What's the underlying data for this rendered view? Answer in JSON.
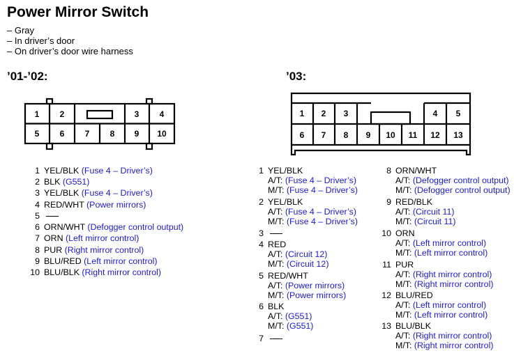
{
  "title": "Power Mirror Switch",
  "details": [
    "– Gray",
    "– In driver’s door",
    "– On driver’s door wire harness"
  ],
  "conn1": {
    "year": "’01-’02:",
    "pins": [
      "1",
      "2",
      "3",
      "4",
      "5",
      "6",
      "7",
      "8",
      "9",
      "10"
    ],
    "list": [
      {
        "num": "1",
        "wire": "YEL/BLK",
        "desc": "(Fuse 4 – Driver’s)"
      },
      {
        "num": "2",
        "wire": "BLK",
        "desc": "(G551)"
      },
      {
        "num": "3",
        "wire": "YEL/BLK",
        "desc": "(Fuse 4 – Driver’s)"
      },
      {
        "num": "4",
        "wire": "RED/WHT",
        "desc": "(Power mirrors)"
      },
      {
        "num": "5",
        "wire": "",
        "desc": ""
      },
      {
        "num": "6",
        "wire": "ORN/WHT",
        "desc": "(Defogger control output)"
      },
      {
        "num": "7",
        "wire": "ORN",
        "desc": "(Left mirror control)"
      },
      {
        "num": "8",
        "wire": "PUR",
        "desc": "(Right mirror control)"
      },
      {
        "num": "9",
        "wire": "BLU/RED",
        "desc": "(Left mirror control)"
      },
      {
        "num": "10",
        "wire": "BLU/BLK",
        "desc": "(Right mirror control)"
      }
    ]
  },
  "conn2": {
    "year": "’03:",
    "pins": [
      "1",
      "2",
      "3",
      "4",
      "5",
      "6",
      "7",
      "8",
      "9",
      "10",
      "11",
      "12",
      "13"
    ],
    "at_prefix": "A/T:",
    "mt_prefix": "M/T:",
    "list_left": [
      {
        "num": "1",
        "wire": "YEL/BLK",
        "at": "(Fuse 4 – Driver’s)",
        "mt": "(Fuse 4 – Driver’s)"
      },
      {
        "num": "2",
        "wire": "YEL/BLK",
        "at": "(Fuse 4 – Driver’s)",
        "mt": "(Fuse 4 – Driver’s)"
      },
      {
        "num": "3",
        "wire": "",
        "at": "",
        "mt": ""
      },
      {
        "num": "4",
        "wire": "RED",
        "at": "(Circuit 12)",
        "mt": "(Circuit 12)"
      },
      {
        "num": "5",
        "wire": "RED/WHT",
        "at": "(Power mirrors)",
        "mt": "(Power mirrors)"
      },
      {
        "num": "6",
        "wire": "BLK",
        "at": "(G551)",
        "mt": "(G551)"
      },
      {
        "num": "7",
        "wire": "",
        "at": "",
        "mt": ""
      }
    ],
    "list_right": [
      {
        "num": "8",
        "wire": "ORN/WHT",
        "at": "(Defogger control output)",
        "mt": "(Defogger control output)"
      },
      {
        "num": "9",
        "wire": "RED/BLK",
        "at": "(Circuit 11)",
        "mt": "(Circuit 11)"
      },
      {
        "num": "10",
        "wire": "ORN",
        "at": "(Left mirror control)",
        "mt": "(Left mirror control)"
      },
      {
        "num": "11",
        "wire": "PUR",
        "at": "(Right mirror control)",
        "mt": "(Right mirror control)"
      },
      {
        "num": "12",
        "wire": "BLU/RED",
        "at": "(Left mirror control)",
        "mt": "(Left mirror control)"
      },
      {
        "num": "13",
        "wire": "BLU/BLK",
        "at": "(Right mirror control)",
        "mt": "(Right mirror control)"
      }
    ]
  },
  "colors": {
    "desc": "#1a1adf",
    "line": "#000000"
  }
}
